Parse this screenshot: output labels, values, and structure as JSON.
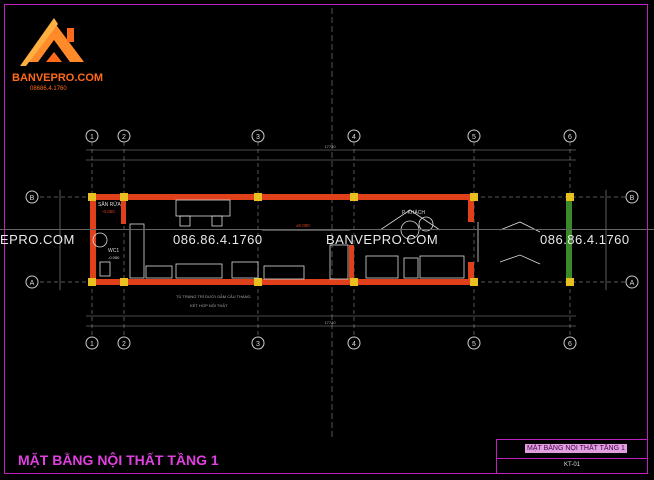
{
  "brand": {
    "name": "BANVEPRO.COM",
    "phone": "08686.4.1760",
    "colors": {
      "orange": "#ff6a1a",
      "magenta": "#e040e0"
    }
  },
  "watermark": {
    "left_text": "EPRO.COM",
    "phone_1": "086.86.4.1760",
    "center_text": "BANVEPRO.COM",
    "phone_2": "086.86.4.1760"
  },
  "drawing": {
    "title": "MẶT BẰNG NỘI THẤT TẦNG 1",
    "axes_numbers": [
      "1",
      "2",
      "3",
      "4",
      "5",
      "6"
    ],
    "axes_letters": [
      "B",
      "A"
    ],
    "room_labels": {
      "wash": "SÂN RỬA",
      "wash_level": "-0.050",
      "wc": "WC1",
      "wc_level": "-0.050",
      "living": "P. KHÁCH",
      "level_center": "±0.000",
      "note_line1": "TỦ TRANG TRÍ DƯỚI GẦM CẦU THANG",
      "note_line2": "KẾT HỢP NỘI THẤT"
    },
    "top_total": "17740",
    "bottom_total": "17740"
  },
  "title_block": {
    "name": "MẶT BẰNG NỘI THẤT TẦNG 1",
    "code": "KT-01"
  }
}
